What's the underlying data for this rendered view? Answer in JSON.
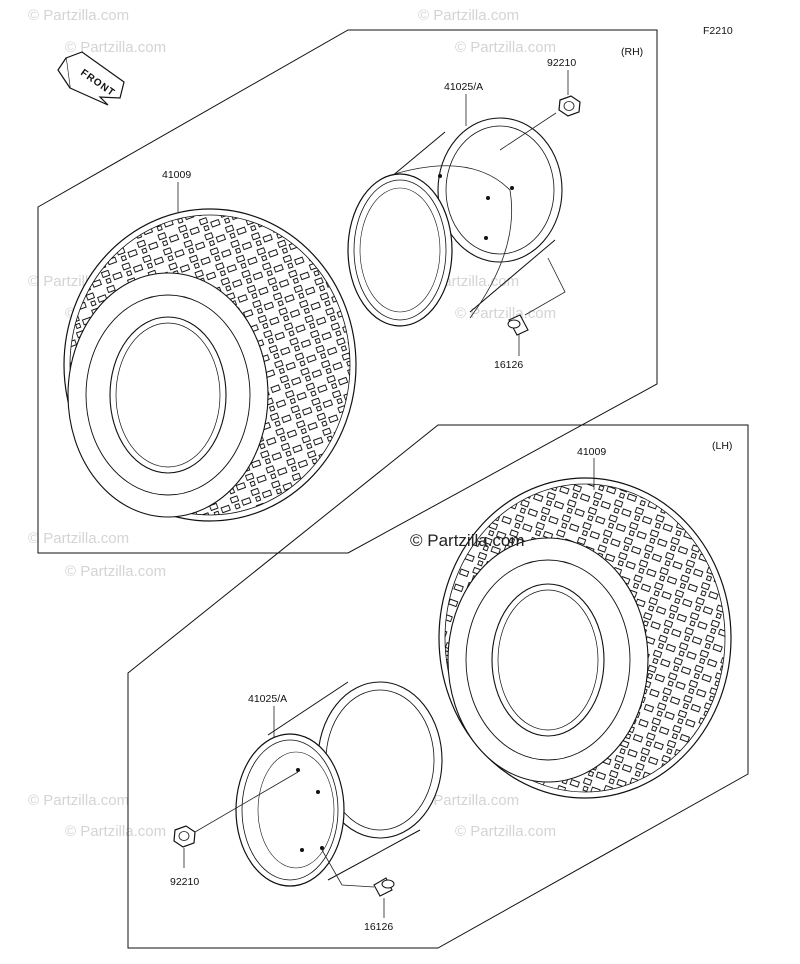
{
  "diagram": {
    "figure_code": "F2210",
    "front_label": "FRONT",
    "copyright_watermark": "© Partzilla.com",
    "background_watermark": "© Partzilla.com",
    "groups": [
      {
        "side": "(RH)",
        "parts": [
          {
            "number": "41009"
          },
          {
            "number": "41025/A"
          },
          {
            "number": "92210"
          },
          {
            "number": "16126"
          }
        ]
      },
      {
        "side": "(LH)",
        "parts": [
          {
            "number": "41009"
          },
          {
            "number": "41025/A"
          },
          {
            "number": "92210"
          },
          {
            "number": "16126"
          }
        ]
      }
    ]
  }
}
